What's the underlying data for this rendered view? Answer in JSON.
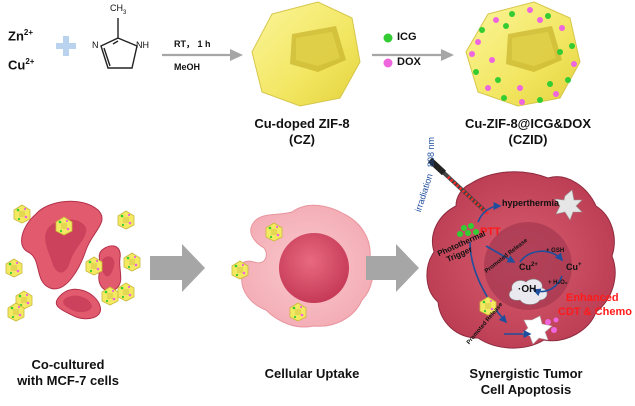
{
  "reagents": {
    "zn": "Zn",
    "zn_charge": "2+",
    "cu": "Cu",
    "cu_charge": "2+",
    "methyl": "CH",
    "methyl_sub": "3",
    "nh": "NH",
    "n": "N"
  },
  "conditions": {
    "line1": "RT， 1 h",
    "line2": "MeOH"
  },
  "legend": {
    "icg": "ICG",
    "dox": "DOX"
  },
  "products": {
    "cz_name": "Cu-doped ZIF-8",
    "cz_abbr": "(CZ)",
    "czid_name": "Cu-ZIF-8@ICG&DOX",
    "czid_abbr": "(CZID)"
  },
  "tumor": {
    "laser": "808 nm",
    "irradiation": "irradiation",
    "hyperthermia": "hyperthermia",
    "ptt": "PTT",
    "photothermal": "Photothermal",
    "trigger": "Trigger",
    "promoted_release_1": "Promoted Release",
    "promoted_release_2": "Promoted Release",
    "gsh": "+ GSH",
    "h2o2": "+ H₂O₂",
    "cu2": "Cu",
    "cu2_charge": "2+",
    "cu1": "Cu",
    "cu1_charge": "+",
    "oh": "·OH",
    "enhanced_1": "Enhanced",
    "enhanced_2": "CDT & Chemo"
  },
  "captions": {
    "cocultured_1": "Co-cultured",
    "cocultured_2": "with MCF-7 cells",
    "uptake": "Cellular Uptake",
    "synergy_1": "Synergistic Tumor",
    "synergy_2": "Cell Apoptosis"
  },
  "colors": {
    "arrow_gray": "#a6a6a6",
    "zif_yellow": "#f6ee78",
    "icg_green": "#33cc33",
    "dox_pink": "#ee66dd",
    "cell_pink": "#f7b6bd",
    "nucleus": "#d9536a",
    "tumor_body": "#c94a5e",
    "red_text": "#ff1a1a",
    "plus_blue": "#b9d3ee"
  }
}
